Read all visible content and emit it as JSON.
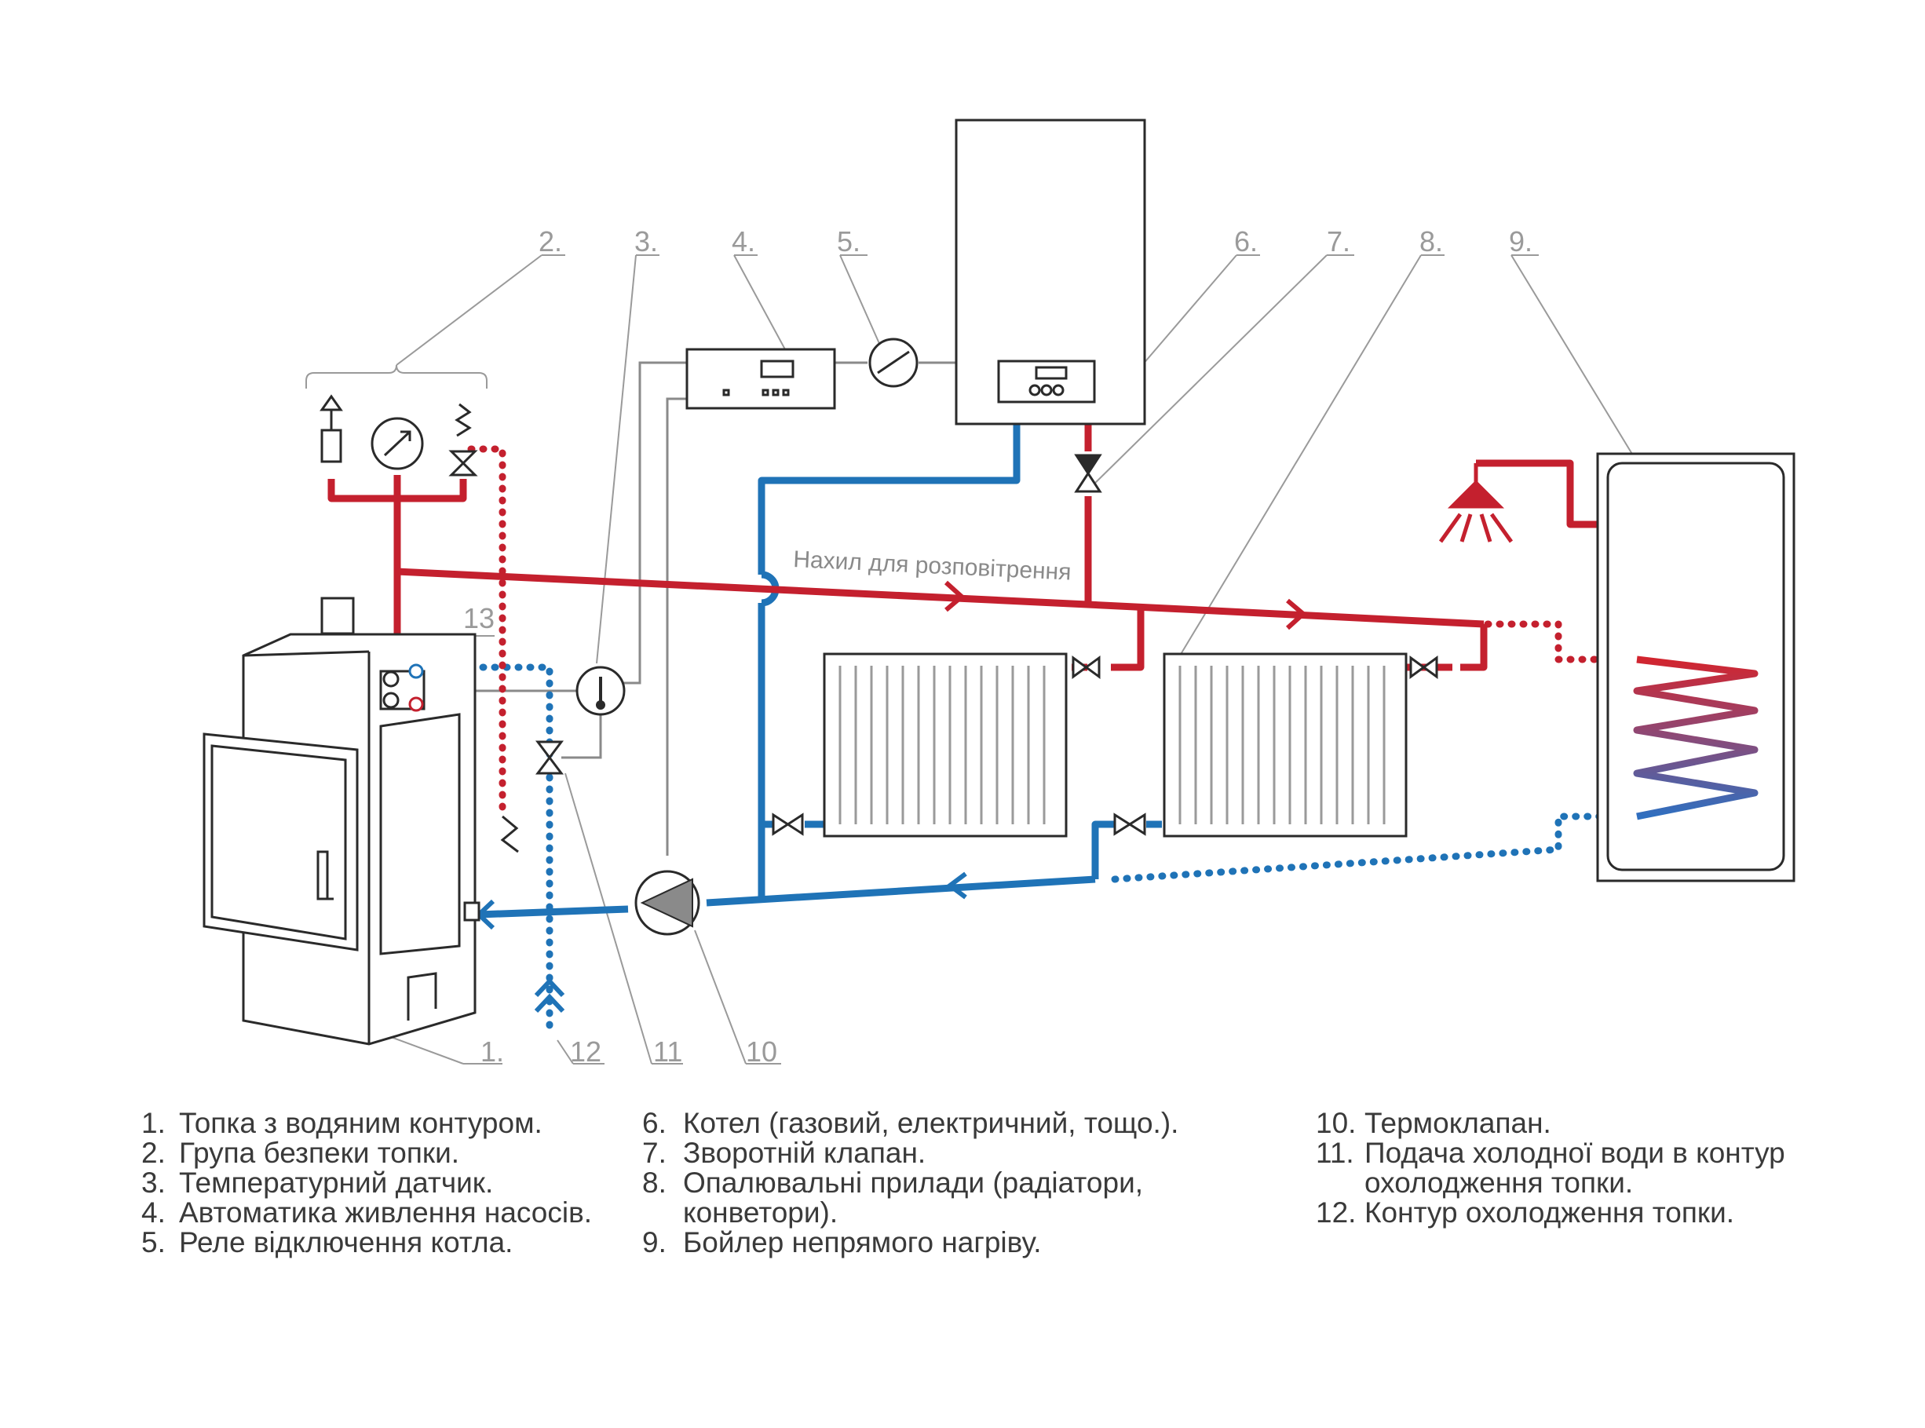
{
  "callouts": {
    "n1": "1.",
    "n2": "2.",
    "n3": "3.",
    "n4": "4.",
    "n5": "5.",
    "n6": "6.",
    "n7": "7.",
    "n8": "8.",
    "n9": "9.",
    "n10": "10",
    "n11": "11",
    "n12": "12",
    "n13": "13"
  },
  "slope_label": "Нахил для розповітрення",
  "legend": {
    "col1": [
      {
        "num": "1.",
        "text": "Топка з водяним контуром."
      },
      {
        "num": "2.",
        "text": "Група безпеки топки."
      },
      {
        "num": "3.",
        "text": "Температурний датчик."
      },
      {
        "num": "4.",
        "text": "Автоматика живлення насосів."
      },
      {
        "num": "5.",
        "text": "Реле відключення котла."
      }
    ],
    "col2": [
      {
        "num": "6.",
        "text": "Котел (газовий, електричний, тощо.)."
      },
      {
        "num": "7.",
        "text": "Зворотній клапан."
      },
      {
        "num": "8.",
        "text": "Опалювальні прилади (радіатори,\nконветори)."
      },
      {
        "num": "9.",
        "text": "Бойлер непрямого нагріву."
      }
    ],
    "col3": [
      {
        "num": "10.",
        "text": "Термоклапан."
      },
      {
        "num": "11.",
        "text": "Подача холодної води в контур\nохолодження топки."
      },
      {
        "num": "12.",
        "text": "Контур охолодження топки."
      }
    ]
  },
  "colors": {
    "hot_pipe": "#c4202e",
    "cold_pipe": "#1f73b7",
    "outline": "#2a2a2a",
    "leader": "#9a9a9a"
  }
}
